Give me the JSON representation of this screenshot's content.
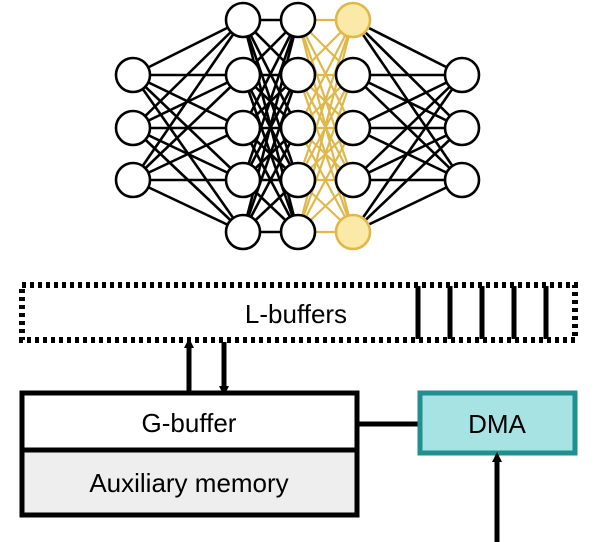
{
  "colors": {
    "network_edge_default": "#000000",
    "network_edge_highlight": "#e0b84a",
    "highlight_node_fill": "#fbe9a7",
    "dma_fill": "#a7e3e3",
    "dma_border": "#1f8f8f",
    "auxiliary_fill": "#eeeeee"
  },
  "network": {
    "layers": [
      {
        "node_count": 3,
        "highlighted": [
          false,
          false,
          false
        ]
      },
      {
        "node_count": 5,
        "highlighted": [
          false,
          false,
          false,
          false,
          false
        ]
      },
      {
        "node_count": 5,
        "highlighted": [
          false,
          false,
          false,
          false,
          false
        ]
      },
      {
        "node_count": 5,
        "highlighted": [
          true,
          false,
          false,
          false,
          true
        ]
      },
      {
        "node_count": 3,
        "highlighted": [
          false,
          false,
          false
        ]
      }
    ],
    "highlighted_edge_groups": [
      2
    ]
  },
  "blocks": {
    "lbuffers": {
      "label": "L-buffers",
      "style": "dotted",
      "partition_lines": 5
    },
    "gbuffer": {
      "label": "G-buffer"
    },
    "auxiliary": {
      "label": "Auxiliary memory"
    },
    "dma": {
      "label": "DMA"
    }
  }
}
